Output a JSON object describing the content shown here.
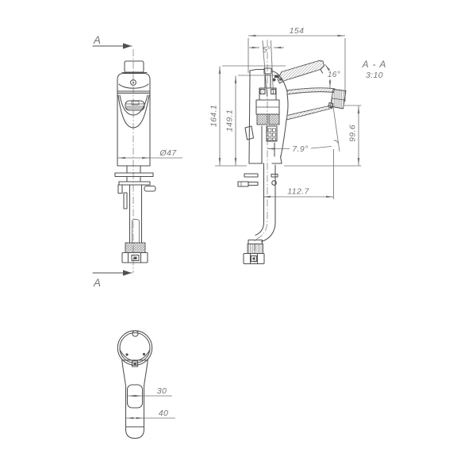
{
  "colors": {
    "background": "#ffffff",
    "line": "#4f4f4f",
    "dim": "#737373",
    "text": "#757575"
  },
  "drawing": {
    "section_marker": "A",
    "section_view_title": "A - A",
    "section_view_scale": "3:10",
    "dims": {
      "front_diameter": "Ø47",
      "overall_length": "154",
      "cartridge_tilt_angle": "5°",
      "lever_open_angle": "16°",
      "total_height": "164.1",
      "body_height": "149.1",
      "outlet_height": "99.6",
      "outlet_angle": "7.9°",
      "outlet_reach": "112.7",
      "spout_inner_width": "30",
      "spout_outer_width": "40"
    }
  }
}
